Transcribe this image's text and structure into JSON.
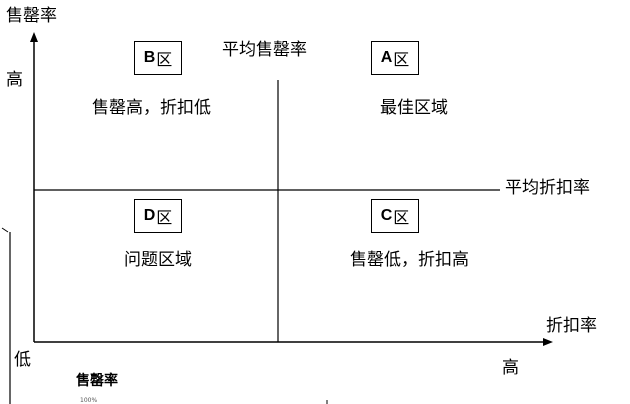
{
  "y_axis_title": "售罄率",
  "x_axis_title": "折扣率",
  "y_high": "高",
  "low": "低",
  "x_high": "高",
  "avg_sellthrough": "平均售罄率",
  "avg_discount": "平均折扣率",
  "bottom_label": "售罄率",
  "bottom_tiny": "100%",
  "quadrants": {
    "b": {
      "letter": "B",
      "suffix": "区",
      "desc": "售罄高，折扣低"
    },
    "a": {
      "letter": "A",
      "suffix": "区",
      "desc": "最佳区域"
    },
    "d": {
      "letter": "D",
      "suffix": "区",
      "desc": "问题区域"
    },
    "c": {
      "letter": "C",
      "suffix": "区",
      "desc": "售罄低，折扣高"
    }
  }
}
